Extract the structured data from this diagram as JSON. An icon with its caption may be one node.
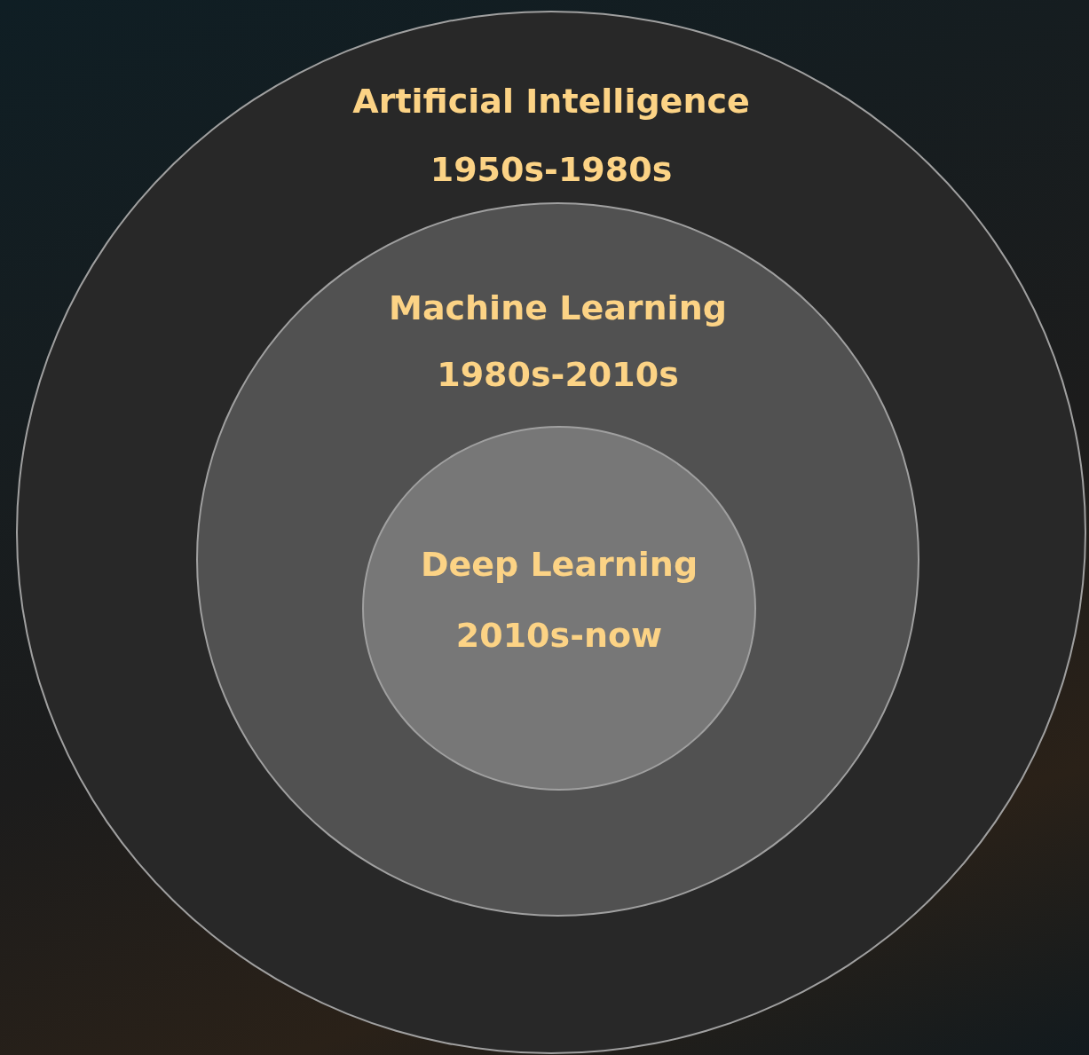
{
  "diagram": {
    "nodes": [
      {
        "text": [
          "Artificial Intelligence",
          "1950s-1980s"
        ]
      },
      {
        "text": [
          "Machine Learning",
          "1980s-2010s"
        ],
        "in": 0
      },
      {
        "text": [
          "Deep Learning",
          "2010s-now"
        ],
        "in": 1
      }
    ]
  }
}
